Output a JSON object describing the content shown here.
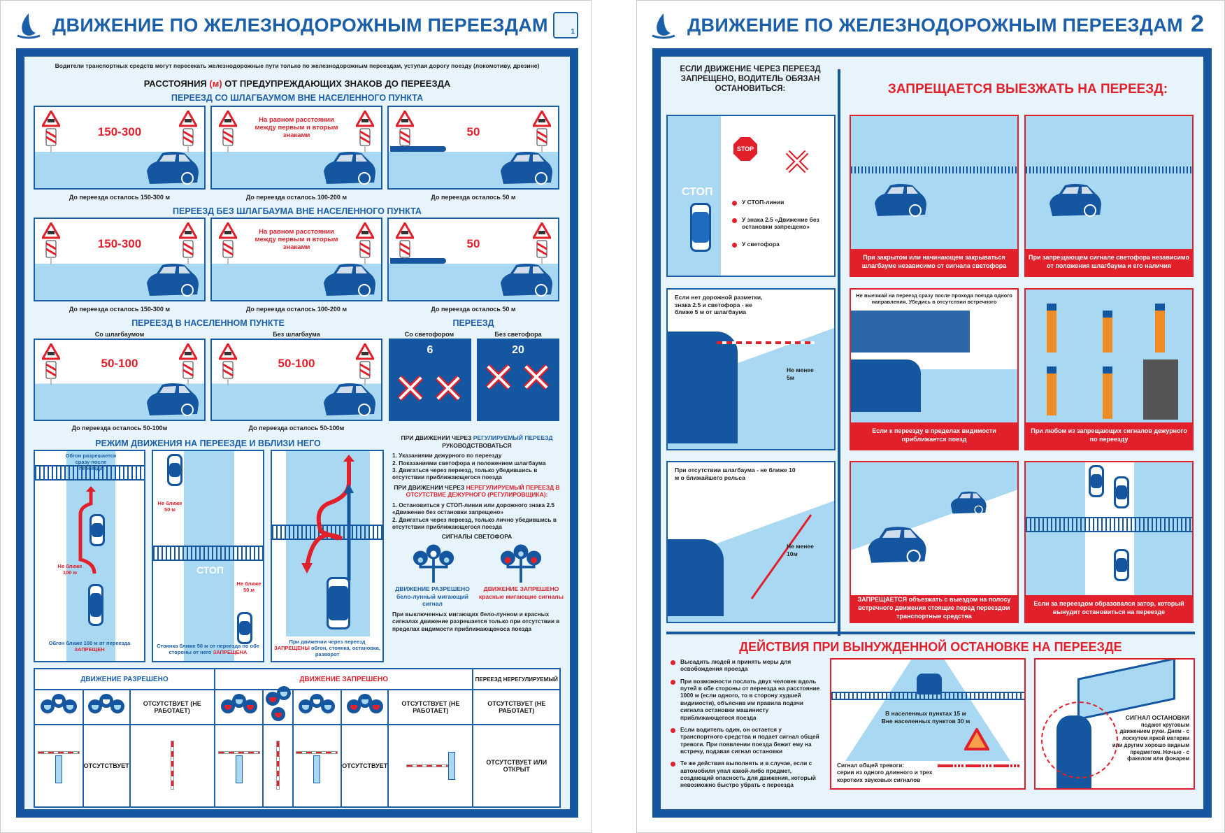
{
  "left": {
    "title": "ДВИЖЕНИЕ ПО ЖЕЛЕЗНОДОРОЖНЫМ ПЕРЕЕЗДАМ",
    "poster_number": "1",
    "intro": "Водители транспортных средств могут пересекать железнодорожные пути только по железнодорожным переездам, уступая дорогу поезду (локомотиву, дрезине)",
    "distances_title": {
      "part1": "РАССТОЯНИЯ ",
      "unit": "(м)",
      "part2": " ОТ ПРЕДУПРЕЖДАЮЩИХ ЗНАКОВ ДО ПЕРЕЕЗДА"
    },
    "section1": {
      "title": "ПЕРЕЕЗД СО ШЛАГБАУМОМ ВНЕ НАСЕЛЕННОГО ПУНКТА",
      "panels": [
        {
          "value": "150-300",
          "caption": "До переезда осталось 150-300 м"
        },
        {
          "note": "На равном расстоянии между первым и вторым знаками",
          "caption": "До переезда осталось 100-200 м"
        },
        {
          "value": "50",
          "caption": "До переезда осталось 50 м"
        }
      ]
    },
    "section2": {
      "title": "ПЕРЕЕЗД БЕЗ ШЛАГБАУМА ВНЕ НАСЕЛЕННОГО ПУНКТА",
      "panels": [
        {
          "value": "150-300",
          "caption": "До переезда осталось 150-300 м"
        },
        {
          "note": "На равном расстоянии между первым и вторым знаками",
          "caption": "До переезда осталось 100-200 м"
        },
        {
          "value": "50",
          "caption": "До переезда осталось 50 м"
        }
      ]
    },
    "section3": {
      "title": "ПЕРЕЕЗД  В НАСЕЛЕННОМ ПУНКТЕ",
      "panels": [
        {
          "label": "Со шлагбаумом",
          "value": "50-100",
          "caption": "До переезда осталось 50-100м"
        },
        {
          "label": "Без шлагбаума",
          "value": "50-100",
          "caption": "До переезда осталось 50-100м"
        }
      ]
    },
    "crossing": {
      "title": "ПЕРЕЕЗД",
      "signs": [
        {
          "label": "Со светофором",
          "value": "6"
        },
        {
          "label": "Без светофора",
          "value": "20"
        }
      ]
    },
    "mode": {
      "title": "РЕЖИМ ДВИЖЕНИЯ НА ПЕРЕЕЗДЕ И ВБЛИЗИ НЕГО",
      "panels": [
        {
          "top_note": "Обгон разрешается сразу после переезда",
          "distance": "Не ближе 100 м",
          "caption": "Обгон ближе 100 м от переезда",
          "caption_red": "ЗАПРЕЩЕН"
        },
        {
          "distance": "Не ближе 50 м",
          "stop": "СТОП",
          "caption": "Стоянка ближе 50 м от переезда по обе стороны от него",
          "caption_red": "ЗАПРЕЩЕНА"
        },
        {
          "caption": "При движении через переезд",
          "caption_red": "ЗАПРЕЩЕНЫ",
          "caption_rest": "обгон, стоянка, остановка, разворот"
        }
      ]
    },
    "rules": {
      "regulated_head": "ПРИ ДВИЖЕНИИ ЧЕРЕЗ ",
      "regulated_key": "РЕГУЛИРУЕМЫЙ ПЕРЕЕЗД",
      "regulated_tail": "РУКОВОДСТВОВАТЬСЯ",
      "regulated_items": [
        "1. Указаниями дежурного по переезду",
        "2. Показаниями светофора и положением шлагбаума",
        "3. Двигаться через переезд, только убедившись в отсутствии приближающегося поезда"
      ],
      "unregulated_head": "ПРИ ДВИЖЕНИИ ЧЕРЕЗ ",
      "unregulated_key": "НЕРЕГУЛИРУЕМЫЙ ПЕРЕЕЗД В ОТСУТСТВИЕ ДЕЖУРНОГО (РЕГУЛИРОВЩИКА):",
      "unregulated_items": [
        "1. Остановиться у СТОП-линии или дорожного знака 2.5  «Движение без остановки запрещено»",
        "2. Двигаться через переезд, только лично убедившись в отсутствии приближающегося поезда"
      ],
      "signals_title": "СИГНАЛЫ СВЕТОФОРА",
      "allowed": {
        "title": "ДВИЖЕНИЕ РАЗРЕШЕНО",
        "desc": "бело-лунный мигающий сигнал"
      },
      "forbidden": {
        "title": "ДВИЖЕНИЕ ЗАПРЕШЕНО",
        "desc": "красные мигающие сигналы"
      },
      "footer": "При выключенных мигающих бело-лунном и красных сигналах движение разрешается только при отсутствии в пределах видимости приближающеноса поезда"
    },
    "table": {
      "allowed": "ДВИЖЕНИЕ РАЗРЕШЕНО",
      "forbidden": "ДВИЖЕНИЕ ЗАПРЕШЕНО",
      "unregulated": "ПЕРЕЕЗД НЕРЕГУЛИРУЕМЫЙ",
      "absent_not_working": "ОТСУТСТВУЕТ (НЕ РАБОТАЕТ)",
      "absent": "ОТСУТСТВУЕТ",
      "absent_or_open": "ОТСУТСТВУЕТ ИЛИ ОТКРЫТ"
    }
  },
  "right": {
    "title": "ДВИЖЕНИЕ ПО ЖЕЛЕЗНОДОРОЖНЫМ ПЕРЕЕЗДАМ",
    "poster_number": "2",
    "stop_heading": "ЕСЛИ ДВИЖЕНИЕ ЧЕРЕЗ ПЕРЕЕЗД ЗАПРЕЩЕНО, ВОДИТЕЛЬ ОБЯЗАН ОСТАНОВИТЬСЯ:",
    "stop_sign": "STOP",
    "stop_road": "СТОП",
    "stop_items": [
      "У СТОП-линии",
      "У знака 2.5 «Движение без остановки запрещено»",
      "У светофора"
    ],
    "no_marking": {
      "text": "Если нет дорожной разметки, знака 2.5 и светофора - не ближе 5 м от шлагбаума",
      "distance": "Не менее 5м"
    },
    "no_barrier": {
      "text": "При отсутствии шлагбаума - не ближе 10 м о ближайшего рельса",
      "distance": "Не менее 10м"
    },
    "forbidden_title": "ЗАПРЕЩАЕТСЯ ВЫЕЗЖАТЬ НА ПЕРЕЕЗД:",
    "forbidden_panels": [
      {
        "caption": "При закрытом или начинающем закрываться шлагбауме независимо от сигнала светофора"
      },
      {
        "caption": "При запрещающем сигнале светофора независимо от положения шлагбаума и его наличия"
      },
      {
        "top": "Не выезжай на переезд сразу после прохода поезда одного направления. Убедись в отсутствии встречного",
        "caption": "Если к переезду в пределах видимости приближается поезд"
      },
      {
        "caption": "При любом из запрещающих сигналов дежурного по переезду"
      },
      {
        "caption_red": "ЗАПРЕЩАЕТСЯ",
        "caption": "объезжать с выездом на полосу встречного движения стоящие перед переездом транспортные средства"
      },
      {
        "caption": "Если за переездом образовался затор, который вынудит остановиться на переезде"
      }
    ],
    "emergency_title": "ДЕЙСТВИЯ ПРИ ВЫНУЖДЕННОЙ ОСТАНОВКЕ НА ПЕРЕЕЗДЕ",
    "emergency_items": [
      "Высадить людей и принять меры для освобождения проезда",
      "При возможности послать двух человек вдоль путей в обе стороны от переезда на расстояние 1000 м (если одного, то в сторону худшей видимости), объяснив им правила подачи сигнала остановки машинисту приближающегося поезда",
      "Если водитель один, он остается у транспортного средства и подает сигнал общей тревоги. При появлении поезда бежит ему на встречу, подавая сигнал остановки",
      "Те же действия выполнять и в случае, если с автомобиля упал какой-либо предмет, создающий опасность для движения, который невозможно быстро убрать с переезда"
    ],
    "triangle": {
      "urban": "В населенных пунктах 15 м",
      "rural": "Вне населенных пунктов 30 м",
      "alarm_title": "Сигнал общей тревоги:",
      "alarm_desc": "серии из одного длинного и трех коротких звуковых сигналов"
    },
    "stop_signal": {
      "title": "СИГНАЛ ОСТАНОВКИ",
      "desc": "подают круговым движением руки. Днем - с лоскутом яркой материи или другим хорошо видным предметом. Ночью - с факелом или фонарем"
    }
  },
  "colors": {
    "brand_blue": "#1556a0",
    "alert_red": "#e1202b",
    "sky": "#a9d8f2"
  }
}
